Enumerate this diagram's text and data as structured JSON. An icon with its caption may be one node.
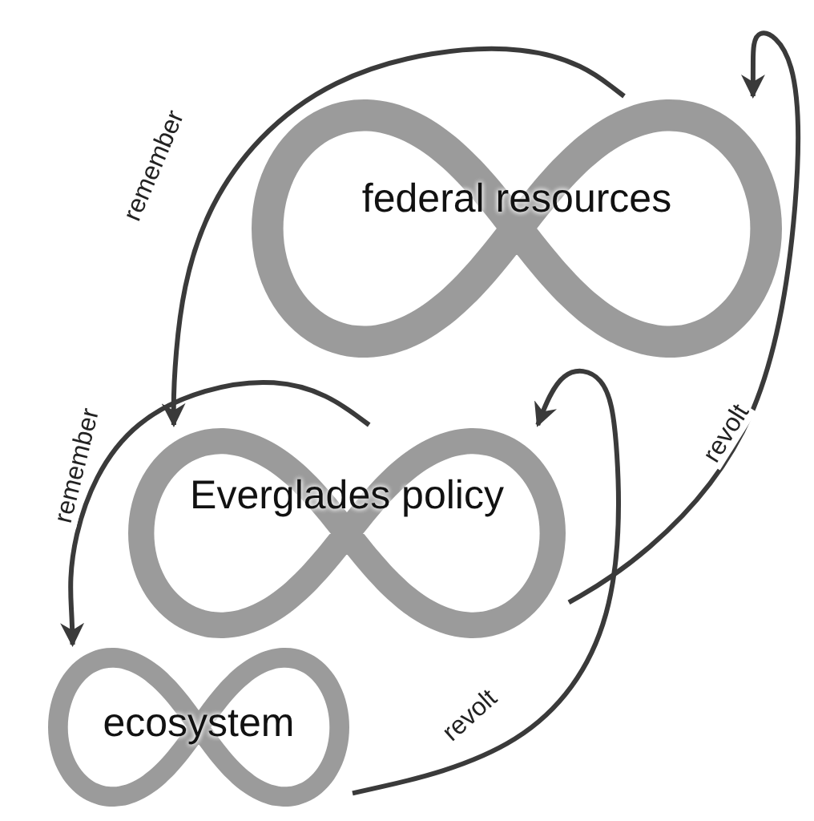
{
  "diagram": {
    "nodes": [
      {
        "text": [
          "federal resources"
        ]
      },
      {
        "text": [
          "Everglades policy"
        ]
      },
      {
        "text": [
          "ecosystem"
        ]
      }
    ],
    "edges": [
      {
        "from": 0,
        "to": 1,
        "arrow": "to",
        "label": "remember"
      },
      {
        "from": 1,
        "to": 2,
        "arrow": "to",
        "label": "remember"
      },
      {
        "from": 2,
        "to": 1,
        "arrow": "to",
        "label": "revolt"
      },
      {
        "from": 1,
        "to": 0,
        "arrow": "to",
        "label": "revolt"
      }
    ]
  }
}
